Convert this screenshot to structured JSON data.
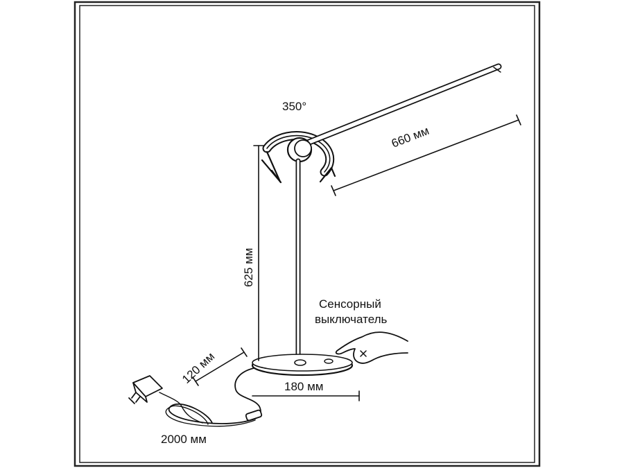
{
  "labels": {
    "rotation_angle": "350°",
    "arm_length": "660 мм",
    "height": "625 мм",
    "touch_switch_line1": "Сенсорный",
    "touch_switch_line2": "выключатель",
    "base_height": "120 мм",
    "base_diameter": "180 мм",
    "cable_length": "2000 мм"
  },
  "colors": {
    "stroke": "#111111",
    "background": "#ffffff"
  },
  "icons": [
    "desk-lamp-drawing",
    "rotation-arrow-icon",
    "power-adapter-icon",
    "inline-switch-icon",
    "pointing-hand-icon"
  ]
}
